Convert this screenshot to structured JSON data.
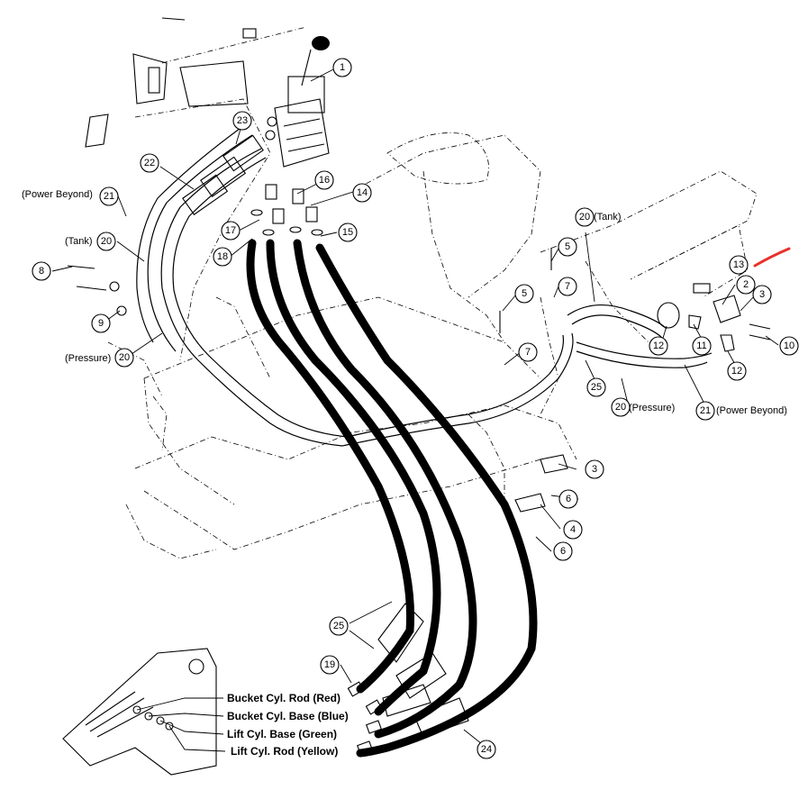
{
  "callouts": [
    {
      "num": "1"
    },
    {
      "num": "2"
    },
    {
      "num": "3"
    },
    {
      "num": "3"
    },
    {
      "num": "4"
    },
    {
      "num": "5"
    },
    {
      "num": "5"
    },
    {
      "num": "6"
    },
    {
      "num": "6"
    },
    {
      "num": "7"
    },
    {
      "num": "7"
    },
    {
      "num": "8"
    },
    {
      "num": "9"
    },
    {
      "num": "10"
    },
    {
      "num": "11"
    },
    {
      "num": "12"
    },
    {
      "num": "12"
    },
    {
      "num": "13"
    },
    {
      "num": "14"
    },
    {
      "num": "15"
    },
    {
      "num": "16"
    },
    {
      "num": "17"
    },
    {
      "num": "18"
    },
    {
      "num": "19"
    },
    {
      "num": "20"
    },
    {
      "num": "20"
    },
    {
      "num": "20"
    },
    {
      "num": "20"
    },
    {
      "num": "21"
    },
    {
      "num": "21"
    },
    {
      "num": "22"
    },
    {
      "num": "23"
    },
    {
      "num": "24"
    },
    {
      "num": "25"
    },
    {
      "num": "25"
    }
  ],
  "labels": {
    "power_beyond_left": "(Power Beyond)",
    "tank_left": "(Tank)",
    "pressure_left": "(Pressure)",
    "tank_right": "(Tank)",
    "pressure_right": "(Pressure)",
    "power_beyond_right": "(Power Beyond)"
  },
  "legend": {
    "bucket_rod": "Bucket Cyl. Rod (Red)",
    "bucket_base": "Bucket Cyl. Base (Blue)",
    "lift_base": "Lift Cyl. Base (Green)",
    "lift_rod": "Lift Cyl. Rod (Yellow)"
  },
  "colors": {
    "line": "#000000",
    "annotation_mark": "#e8322a"
  }
}
